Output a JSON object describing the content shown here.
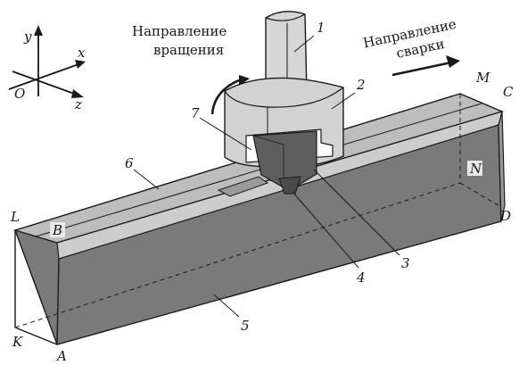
{
  "captions": {
    "rotation": [
      "Направление",
      "вращения"
    ],
    "welding": [
      "Направление",
      "сварки"
    ]
  },
  "axes": {
    "y": "y",
    "x": "x",
    "z": "z",
    "origin": "O"
  },
  "points": {
    "A": "A",
    "B": "B",
    "C": "C",
    "D": "D",
    "K": "K",
    "L": "L",
    "M": "M",
    "N": "N"
  },
  "parts": [
    "1",
    "2",
    "3",
    "4",
    "5",
    "6",
    "7"
  ],
  "colors": {
    "front_face": "#7a7a7a",
    "top_face": "#b9b9b9",
    "end_face": "#9a9a9a",
    "stripe": "#cfcfcf",
    "shoulder": "#d2d2d2",
    "pin": "#5e5e5e",
    "outline": "#1a1a1a"
  }
}
